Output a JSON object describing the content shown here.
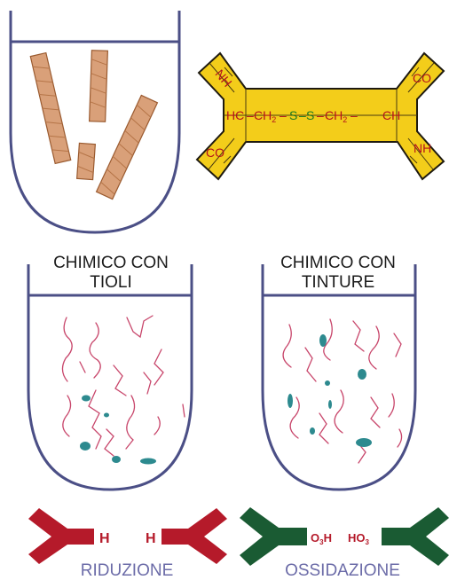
{
  "colors": {
    "beaker": "#4b4f86",
    "fiber_fill": "#d9a079",
    "fiber_stroke": "#9a5a2f",
    "molecule_fill": "#f3cd1a",
    "molecule_stroke": "#1e1a10",
    "molecule_text": "#b3121c",
    "sulfur": "#1e7a22",
    "thread": "#c8466b",
    "dye": "#2d8a8f",
    "reduction": "#b51a2a",
    "oxidation": "#1a5b33",
    "caption": "#6c6ca8",
    "label": "#1b1b1b"
  },
  "molecule": {
    "nh_left": "NH",
    "co_left": "CO",
    "co_right": "CO",
    "nh_right": "NH",
    "hc": "HC",
    "dash1": "–",
    "ch2_left_base": "CH",
    "ch2_left_sub": "2",
    "dash2": "–",
    "s_left": "S",
    "dash3": "–",
    "s_right": "S",
    "dash4": "–",
    "ch2_right_base": "CH",
    "ch2_right_sub": "2",
    "dash5": "–",
    "ch": "CH"
  },
  "beakers": {
    "thiols": {
      "line1": "CHIMICO CON",
      "line2": "TIOLI"
    },
    "dyes": {
      "line1": "CHIMICO CON",
      "line2": "TINTURE"
    }
  },
  "reduction": {
    "h_left": "H",
    "h_right": "H",
    "caption": "RIDUZIONE"
  },
  "oxidation": {
    "o3h": "O",
    "o3h_sub": "3",
    "o3h_tail": "H",
    "ho3": "HO",
    "ho3_sub": "3",
    "caption": "OSSIDAZIONE"
  }
}
